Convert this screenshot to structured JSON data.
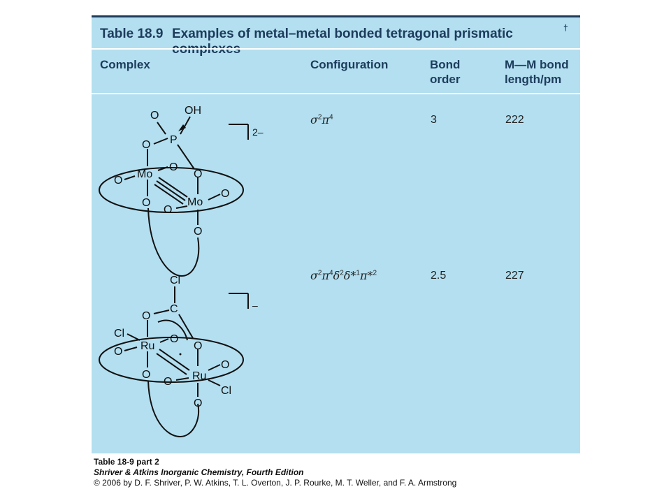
{
  "table": {
    "label": "Table 18.9",
    "title": "Examples of metal–metal bonded tetragonal prismatic complexes",
    "dagger": "†",
    "headers": {
      "complex": "Complex",
      "configuration": "Configuration",
      "bond_order_line1": "Bond",
      "bond_order_line2": "order",
      "length_line1": "M—M bond",
      "length_line2": "length/pm"
    },
    "rows": [
      {
        "configuration_parts": [
          "σ",
          "2",
          "π",
          "4"
        ],
        "bond_order": "3",
        "length": "222",
        "charge": "2–",
        "structure_labels": {
          "p_o_top": "O",
          "p_oh": "OH",
          "p": "P",
          "o_bridge": "O",
          "metal1": "Mo",
          "metal2": "Mo",
          "o": "O"
        }
      },
      {
        "configuration_parts": [
          "σ",
          "2",
          "π",
          "4",
          "δ",
          "2",
          "δ*",
          "1",
          "π*",
          "2"
        ],
        "bond_order": "2.5",
        "length": "227",
        "charge": "–",
        "structure_labels": {
          "cl_top": "Cl",
          "c": "C",
          "o": "O",
          "cl_left": "Cl",
          "cl_right": "Cl",
          "metal1": "Ru",
          "metal2": "Ru"
        }
      }
    ]
  },
  "caption": {
    "line1": "Table 18-9 part 2",
    "line2": "Shriver & Atkins Inorganic Chemistry, Fourth Edition",
    "line3": "© 2006 by D. F. Shriver, P. W. Atkins, T. L. Overton, J. P. Rourke, M. T. Weller, and F. A. Armstrong"
  },
  "colors": {
    "panel": "#b3dff0",
    "heading": "#1d3c5c",
    "rule": "#ffffff"
  }
}
